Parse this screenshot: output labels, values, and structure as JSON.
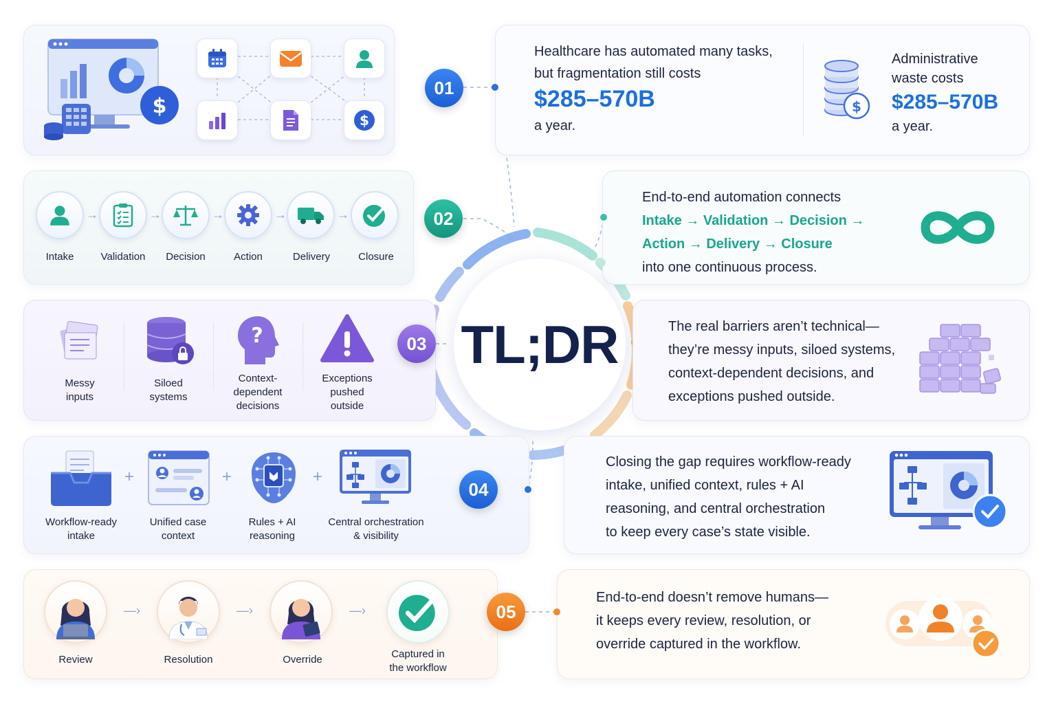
{
  "center": {
    "title": "TL;DR"
  },
  "colors": {
    "blue": "#1b6fe0",
    "teal": "#18a68e",
    "purple": "#7c5ccf",
    "orange": "#f07a22",
    "navy": "#14214b"
  },
  "sections": [
    {
      "number": "01",
      "text_lines": [
        "Healthcare has automated many tasks,",
        "but fragmentation still costs"
      ],
      "amount": "$285–570B",
      "period": "a year.",
      "side_lines": [
        "Administrative",
        "waste costs"
      ],
      "side_amount": "$285–570B",
      "side_period": "a year.",
      "icons": [
        "monitor-chart-icon",
        "calendar-icon",
        "email-icon",
        "user-icon",
        "bar-chart-icon",
        "document-icon",
        "dollar-icon",
        "coins-icon"
      ]
    },
    {
      "number": "02",
      "steps": [
        "Intake",
        "Validation",
        "Decision",
        "Action",
        "Delivery",
        "Closure"
      ],
      "text_intro": "End-to-end automation connects",
      "flow_line1": "Intake → Validation → Decision →",
      "flow_line2": "Action → Delivery → Closure",
      "text_outro": "into one continuous process.",
      "icons": [
        "user-icon",
        "clipboard-icon",
        "scale-icon",
        "gear-icon",
        "truck-icon",
        "check-icon",
        "infinity-icon"
      ]
    },
    {
      "number": "03",
      "barriers": [
        {
          "lines": [
            "Messy",
            "inputs"
          ]
        },
        {
          "lines": [
            "Siloed",
            "systems"
          ]
        },
        {
          "lines": [
            "Context-",
            "dependent",
            "decisions"
          ]
        },
        {
          "lines": [
            "Exceptions",
            "pushed",
            "outside"
          ]
        }
      ],
      "text_lines": [
        "The real barriers aren’t technical—",
        "they’re messy inputs, siloed systems,",
        "context-dependent decisions, and",
        "exceptions pushed outside."
      ],
      "icons": [
        "papers-icon",
        "database-lock-icon",
        "head-question-icon",
        "warning-icon",
        "wall-icon"
      ]
    },
    {
      "number": "04",
      "components": [
        {
          "lines": [
            "Workflow-ready",
            "intake"
          ]
        },
        {
          "lines": [
            "Unified case",
            "context"
          ]
        },
        {
          "lines": [
            "Rules + AI",
            "reasoning"
          ]
        },
        {
          "lines": [
            "Central orchestration",
            "& visibility"
          ]
        }
      ],
      "plus": "+",
      "text_lines": [
        "Closing the gap requires workflow-ready",
        "intake, unified context, rules + AI",
        "reasoning, and central orchestration",
        "to keep every case’s state visible."
      ],
      "icons": [
        "inbox-icon",
        "case-window-icon",
        "ai-chip-icon",
        "dashboard-icon",
        "monitor-check-icon"
      ]
    },
    {
      "number": "05",
      "humans": [
        {
          "lines": [
            "Review"
          ]
        },
        {
          "lines": [
            "Resolution"
          ]
        },
        {
          "lines": [
            "Override"
          ]
        },
        {
          "lines": [
            "Captured in",
            "the workflow"
          ]
        }
      ],
      "text_lines": [
        "End-to-end doesn’t remove humans—",
        "it keeps every review, resolution, or",
        "override captured in the workflow."
      ],
      "icons": [
        "person-laptop-icon",
        "doctor-icon",
        "person-tablet-icon",
        "check-icon",
        "team-check-icon"
      ]
    }
  ]
}
